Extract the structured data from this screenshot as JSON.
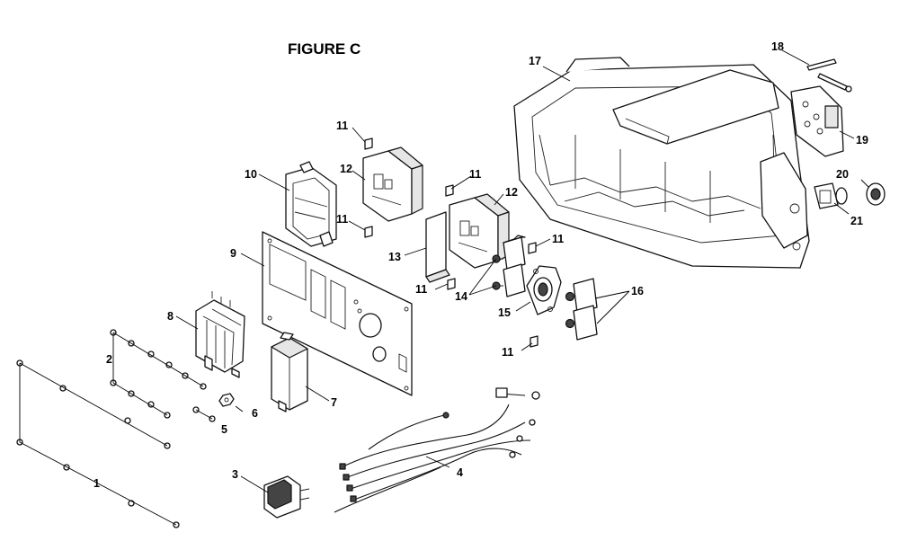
{
  "figure": {
    "title": "FIGURE C"
  },
  "callouts": [
    {
      "id": "1",
      "text": "1"
    },
    {
      "id": "2",
      "text": "2"
    },
    {
      "id": "3",
      "text": "3"
    },
    {
      "id": "4",
      "text": "4"
    },
    {
      "id": "5",
      "text": "5"
    },
    {
      "id": "6",
      "text": "6"
    },
    {
      "id": "7",
      "text": "7"
    },
    {
      "id": "8",
      "text": "8"
    },
    {
      "id": "9",
      "text": "9"
    },
    {
      "id": "10",
      "text": "10"
    },
    {
      "id": "11",
      "text": "11"
    },
    {
      "id": "12",
      "text": "12"
    },
    {
      "id": "13",
      "text": "13"
    },
    {
      "id": "14",
      "text": "14"
    },
    {
      "id": "15",
      "text": "15"
    },
    {
      "id": "16",
      "text": "16"
    },
    {
      "id": "17",
      "text": "17"
    },
    {
      "id": "18",
      "text": "18"
    },
    {
      "id": "19",
      "text": "19"
    },
    {
      "id": "20",
      "text": "20"
    },
    {
      "id": "21",
      "text": "21"
    }
  ]
}
